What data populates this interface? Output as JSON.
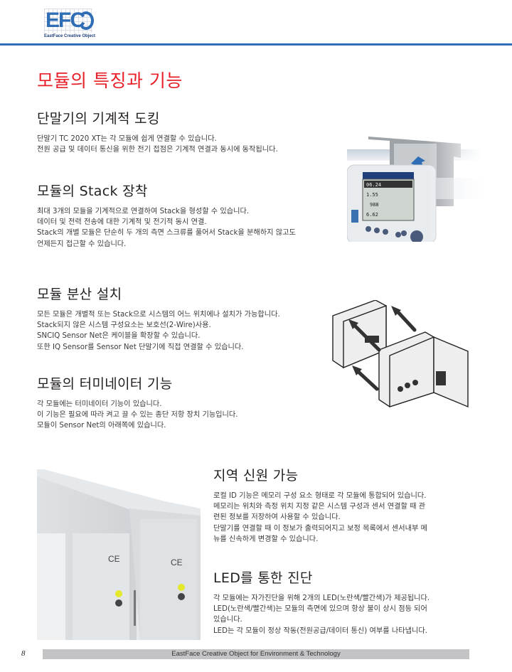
{
  "header": {
    "logo_text": "EFC",
    "logo_subtitle": "EastFace Creative Object",
    "accent_color": "#2f6db5"
  },
  "page_title": "모듈의 특징과 기능",
  "title_color": "#e8202a",
  "sections": [
    {
      "heading": "단말기의 기계적 도킹",
      "lines": [
        "단말기 TC 2020 XT는 각 모듈에 쉽게 연결할 수 있습니다.",
        "전원 공급 및 데이터 통신을 위한 전기 접점은 기계적 연결과 동시에 동작됩니다."
      ]
    },
    {
      "heading": "모듈의 Stack 장착",
      "lines": [
        "최대 3개의 모듈을 기계적으로 연결하여 Stack을 형성할 수 있습니다.",
        "데이터 및 전력 전송에 대한 기계적 및 전기적 동시 연결.",
        "Stack의 개별 모듈은 단순히 두 개의 측면 스크류를 풀어서 Stack을 분해하지 않고도",
        "언제든지 접근할 수 있습니다."
      ]
    },
    {
      "heading": "모듈 분산 설치",
      "lines": [
        "모든 모듈은 개별적 또는  Stack으로 시스템의 어느 위치에나 설치가 가능합니다.",
        "Stack되지 않은 시스템 구성요소는 보호선(2-Wire)사용.",
        "SNCIQ Sensor Net은  케이블을 확장할 수 있습니다.",
        "또한 IQ Sensor를 Sensor Net 단말기에 직접 연결할 수 있습니다."
      ]
    },
    {
      "heading": "모듈의 터미네이터 기능",
      "lines": [
        "각 모듈에는 터미네이터 기능이 있습니다.",
        "이 기능은 필요에 따라 켜고 끌 수 있는 종단 저항 장치 기능입니다.",
        "모듈이 Sensor Net의 아래쪽에 있습니다."
      ]
    },
    {
      "heading": "지역 신원 가능",
      "lines": [
        "로컬 ID 기능은 메모리 구성 요소 형태로 각 모듈에 통합되어 있습니다.",
        "메모리는 위치와 측정 위치 지정 같은 시스템 구성과 센서 연결할 때 관",
        "련된 정보를 저장하여 사용할 수 있습니다.",
        "단말기를 연결할 때 이 정보가 출력되어지고 보정 목록에서 센서내부 메",
        "뉴를 신속하게 변경할 수 있습니다."
      ]
    },
    {
      "heading": "LED를 통한 진단",
      "lines": [
        "각 모듈에는 자가진단을 위해 2개의 LED(노란색/빨간색)가 제공됩니다.",
        "LED(노란색/빨간색)는 모듈의 측면에 있으며 항상 불이 상시 점등 되어",
        "있습니다.",
        "LED는 각 모듈이 정상 작동(전원공급/데이터 통신) 여부를 나타냅니다."
      ]
    }
  ],
  "images": {
    "terminal": {
      "screen_values": [
        "06.24",
        "1.55",
        "988",
        "6.62"
      ]
    }
  },
  "footer": {
    "page_number": "8",
    "tagline": "EastFace Creative Object for Environment & Technology"
  }
}
